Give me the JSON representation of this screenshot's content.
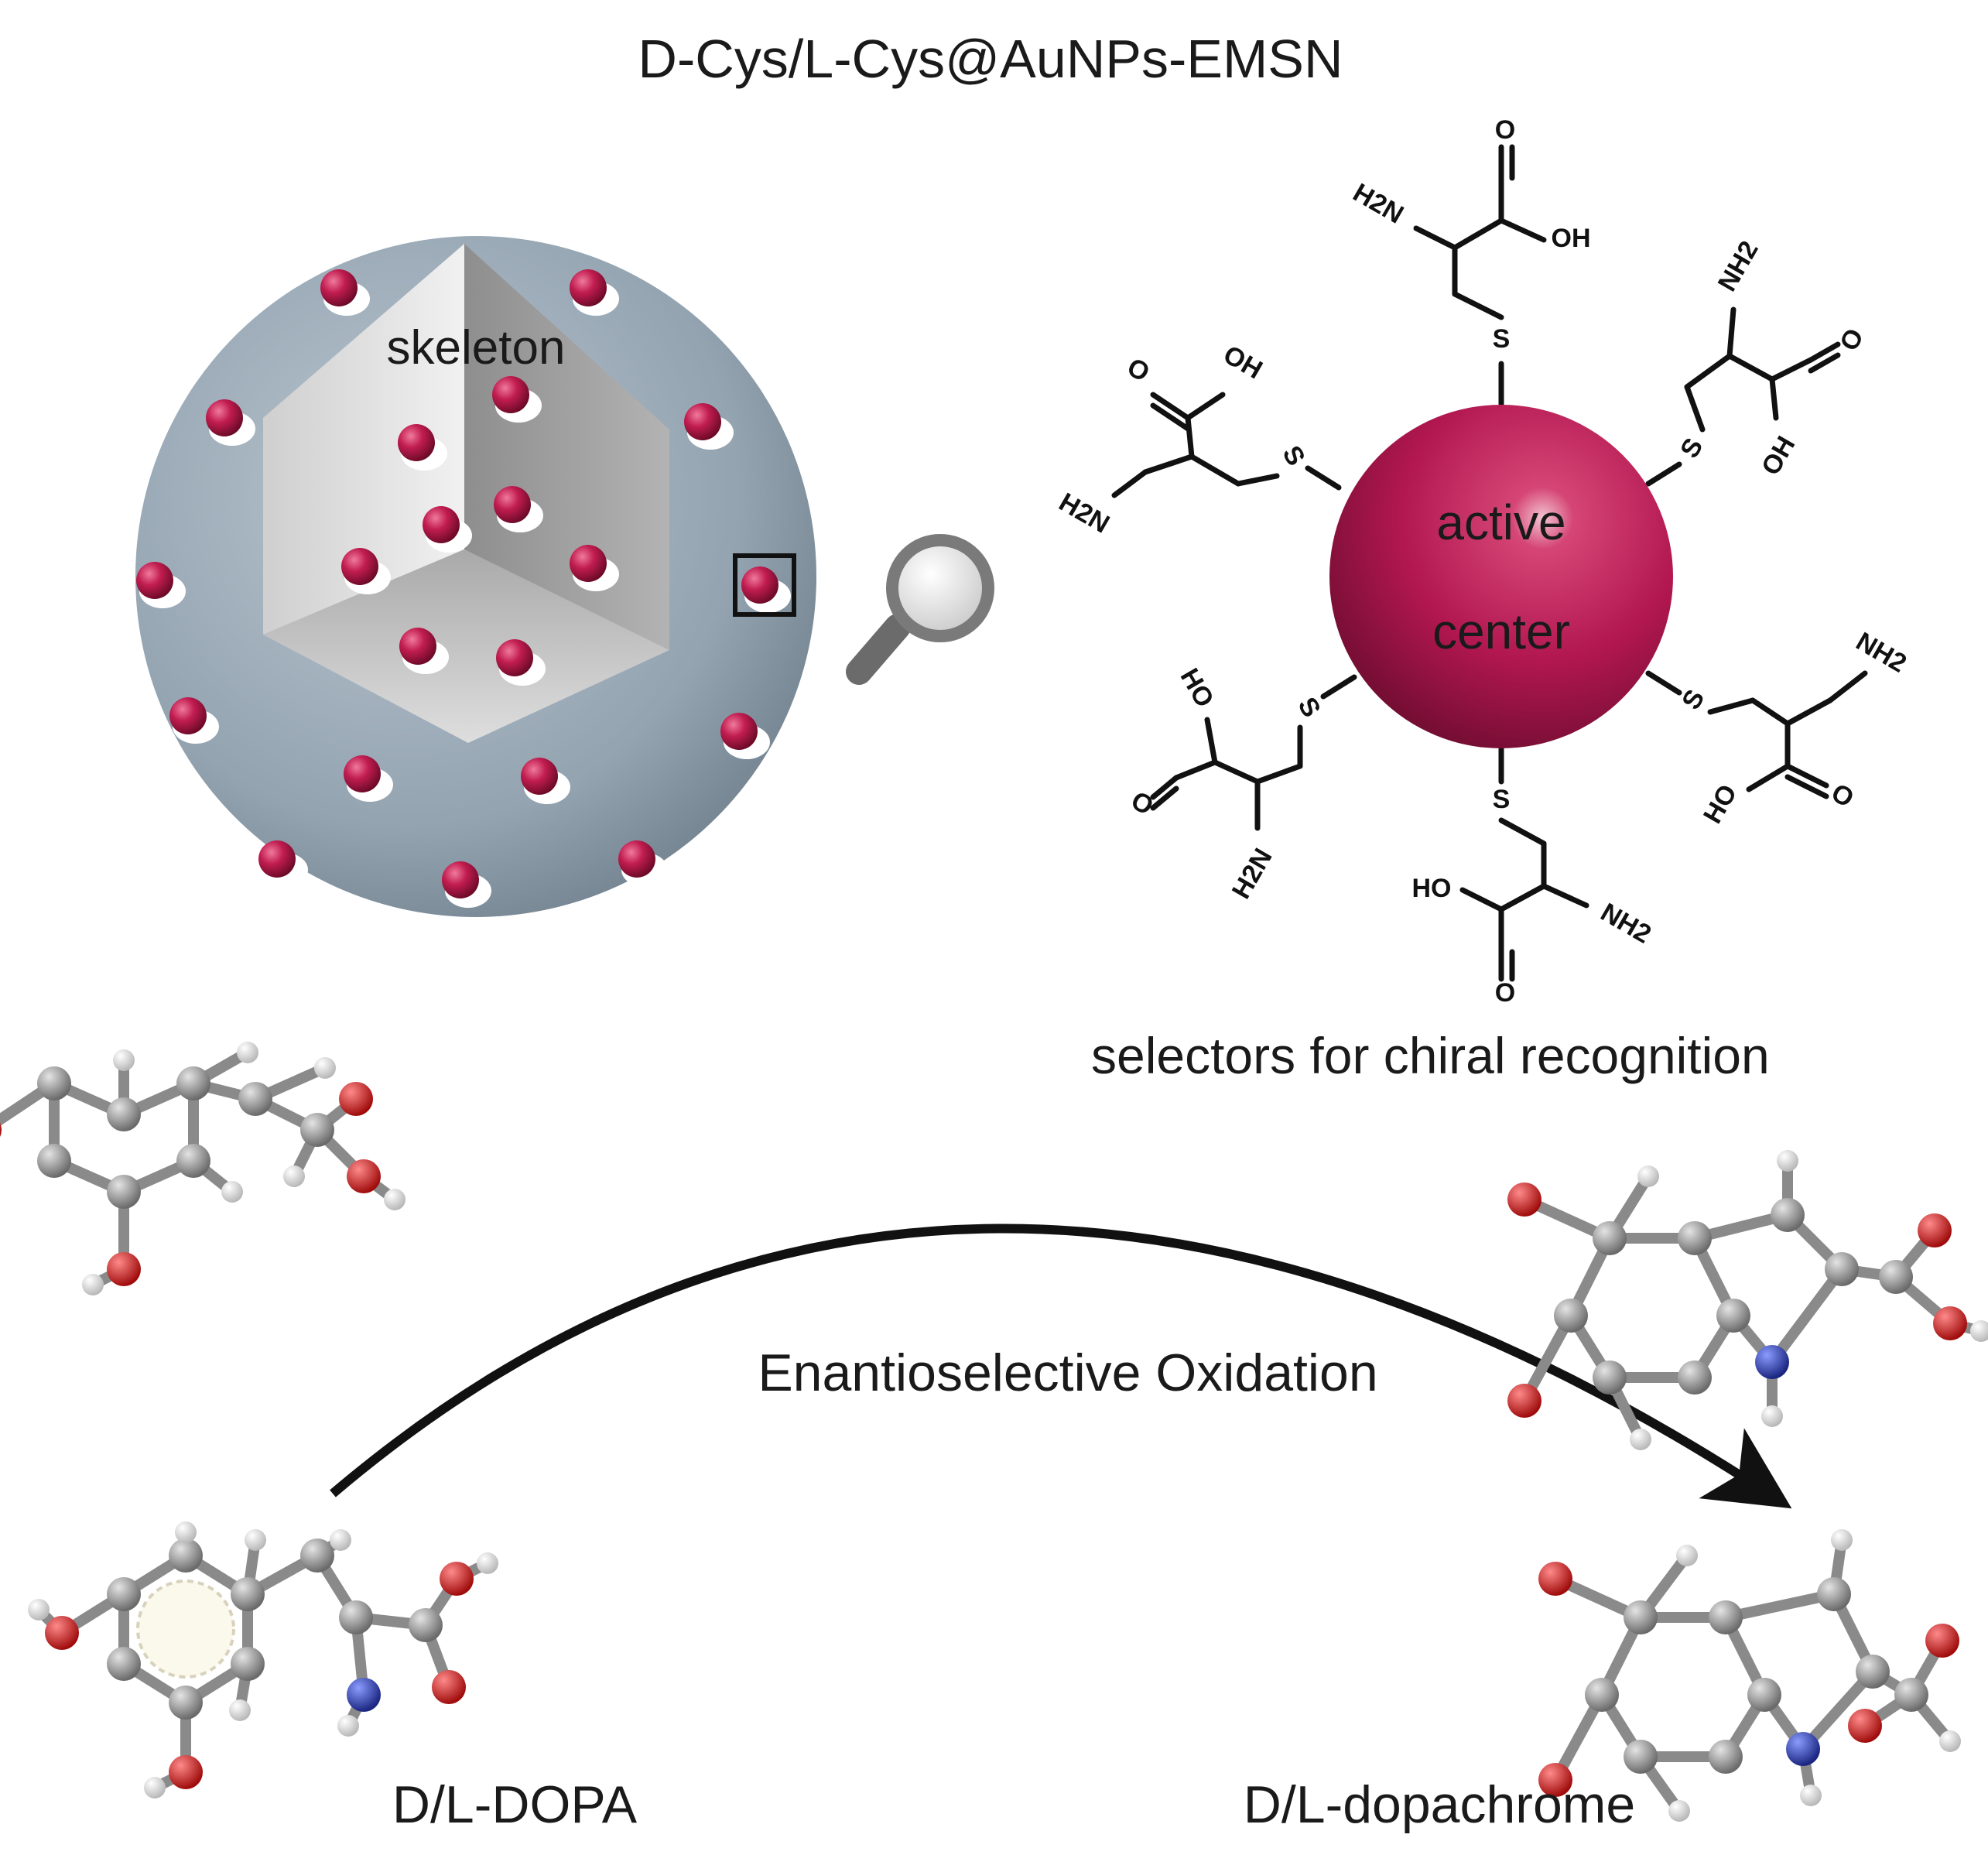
{
  "title": "D-Cys/L-Cys@AuNPs-EMSN",
  "sphere_label": "skeleton",
  "center_label_line1": "active",
  "center_label_line2": "center",
  "selectors_label": "selectors for chiral recognition",
  "reaction_label": "Enantioselective Oxidation",
  "reactant_label": "D/L-DOPA",
  "product_label": "D/L-dopachrome",
  "atoms": {
    "o": "O",
    "oh": "OH",
    "ho": "HO",
    "s": "S",
    "h2n": "H2N",
    "nh2": "NH2"
  },
  "colors": {
    "particle": "#b01648",
    "sphere": "#93a3b0",
    "carbon": "#8a8a8a",
    "oxygen": "#d01a1a",
    "nitrogen": "#2a3ea8",
    "hydrogen": "#e6e6e6",
    "arrow": "#111111"
  }
}
